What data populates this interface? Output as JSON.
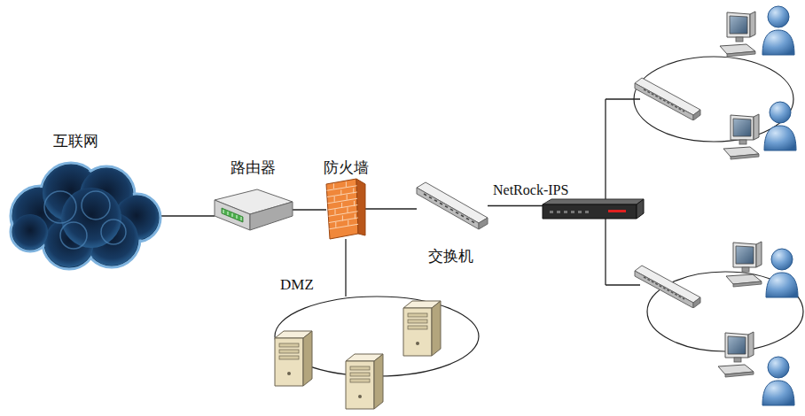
{
  "diagram": {
    "nodes": [
      {
        "text": [
          "互联网"
        ]
      },
      {
        "text": [
          "路由器"
        ]
      },
      {
        "text": [
          "防火墙"
        ]
      },
      {
        "text": [
          "交换机"
        ]
      },
      {
        "text": [
          "NetRock-IPS"
        ]
      },
      {
        "text": [
          "DMZ"
        ]
      }
    ],
    "edges": [
      {
        "from": 0,
        "to": 1,
        "arrow": "none"
      },
      {
        "from": 1,
        "to": 2,
        "arrow": "none"
      },
      {
        "from": 2,
        "to": 3,
        "arrow": "none"
      },
      {
        "from": 3,
        "to": 4,
        "arrow": "none"
      },
      {
        "from": 2,
        "to": 5,
        "arrow": "none"
      }
    ]
  }
}
